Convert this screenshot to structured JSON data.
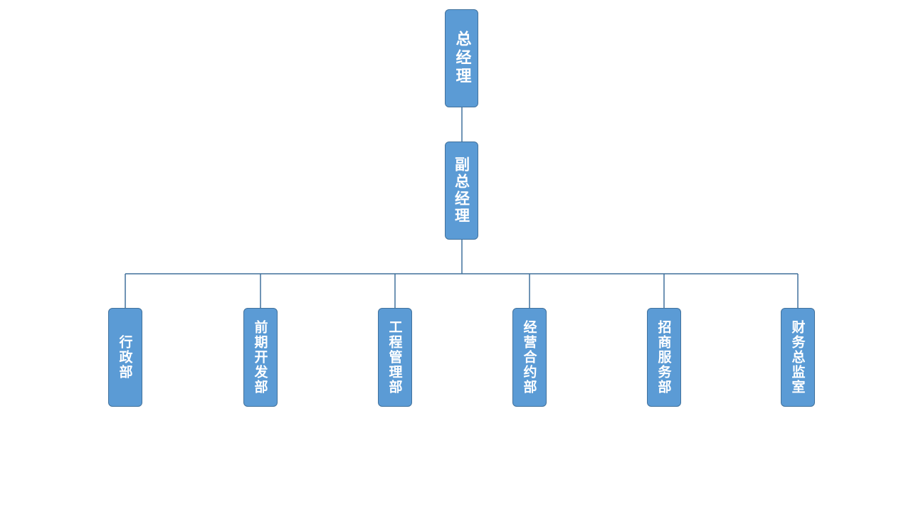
{
  "org_chart": {
    "root": {
      "label": "总经理"
    },
    "deputy": {
      "label": "副总经理"
    },
    "departments": [
      {
        "label": "行政部"
      },
      {
        "label": "前期开发部"
      },
      {
        "label": "工程管理部"
      },
      {
        "label": "经营合约部"
      },
      {
        "label": "招商服务部"
      },
      {
        "label": "财务总监室"
      }
    ]
  },
  "colors": {
    "node_fill": "#5b9bd5",
    "node_border": "#41719c",
    "connector": "#41719c",
    "node_text": "#ffffff"
  }
}
